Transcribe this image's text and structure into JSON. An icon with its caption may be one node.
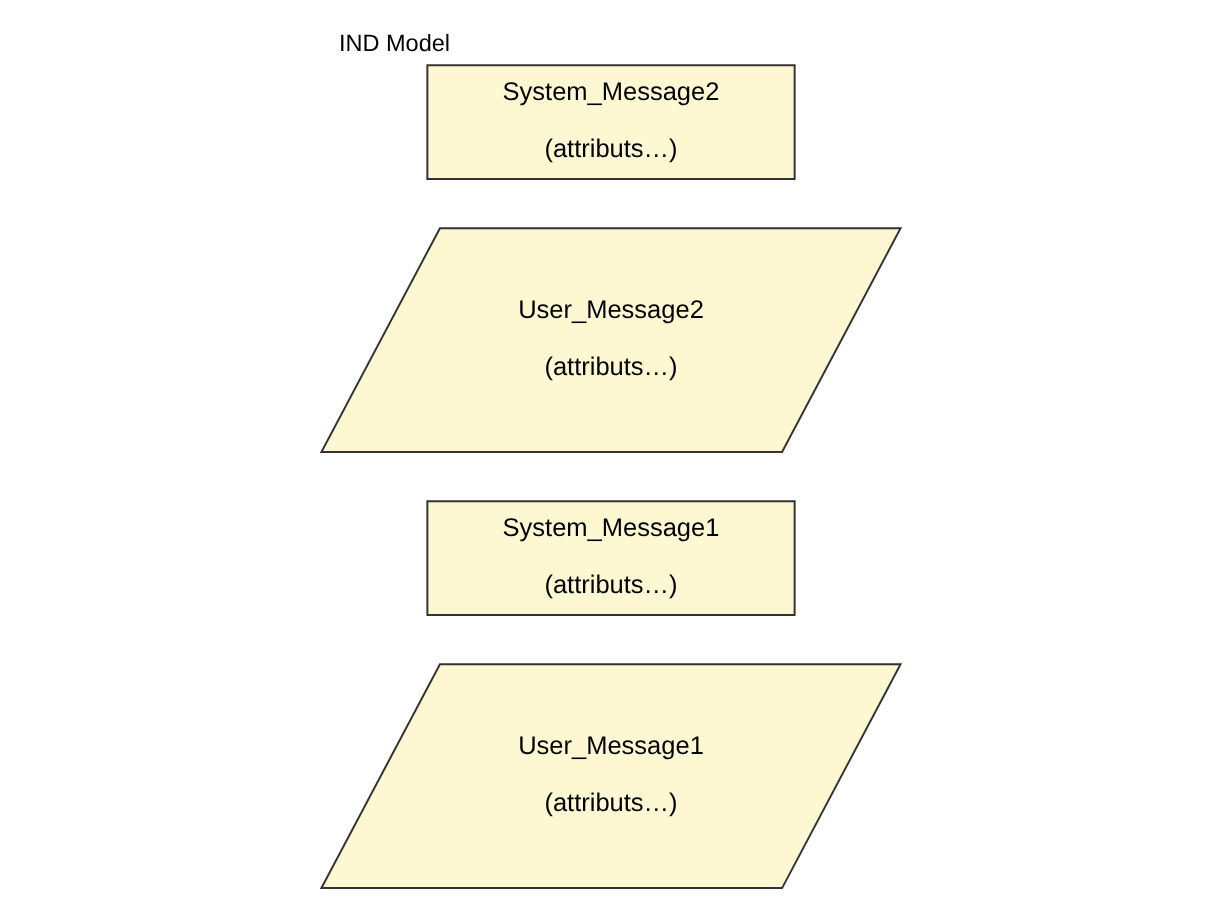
{
  "diagram": {
    "title": "IND Model",
    "nodes": [
      {
        "text": [
          "User_Message1",
          "(attributs…)"
        ]
      },
      {
        "text": [
          "System_Message1",
          "(attributs…)"
        ]
      },
      {
        "text": [
          "User_Message2",
          "(attributs…)"
        ]
      },
      {
        "text": [
          "System_Message2",
          "(attributs…)"
        ]
      }
    ]
  }
}
